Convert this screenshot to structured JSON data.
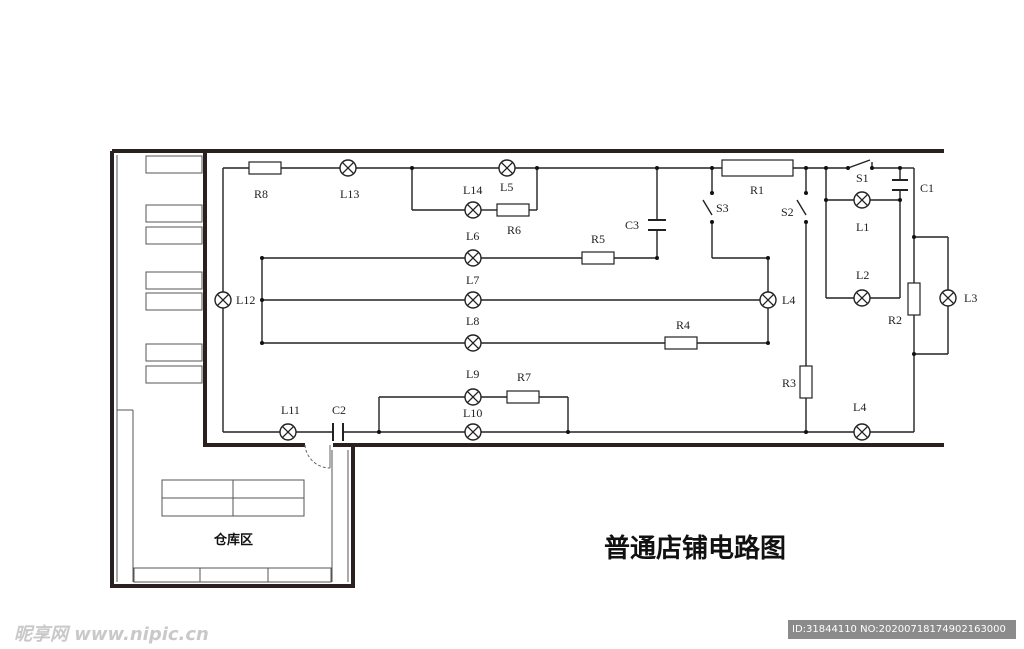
{
  "title": "普通店铺电路图",
  "warehouse_label": "仓库区",
  "components": {
    "R8": "R8",
    "L13": "L13",
    "L14": "L14",
    "L5": "L5",
    "R6": "R6",
    "C3": "C3",
    "R1": "R1",
    "S1": "S1",
    "C1": "C1",
    "S3": "S3",
    "S2": "S2",
    "L1": "L1",
    "L2": "L2",
    "R2": "R2",
    "L3": "L3",
    "L6": "L6",
    "R5": "R5",
    "L7": "L7",
    "L4_right": "L4",
    "L8": "L8",
    "R4": "R4",
    "L12": "L12",
    "R3": "R3",
    "L9": "L9",
    "R7": "R7",
    "L10": "L10",
    "L11": "L11",
    "C2": "C2",
    "L4_bottom": "L4"
  },
  "watermark": {
    "left": "昵享网 www.nipic.cn",
    "right": "ID:31844110 NO:20200718174902163000"
  }
}
